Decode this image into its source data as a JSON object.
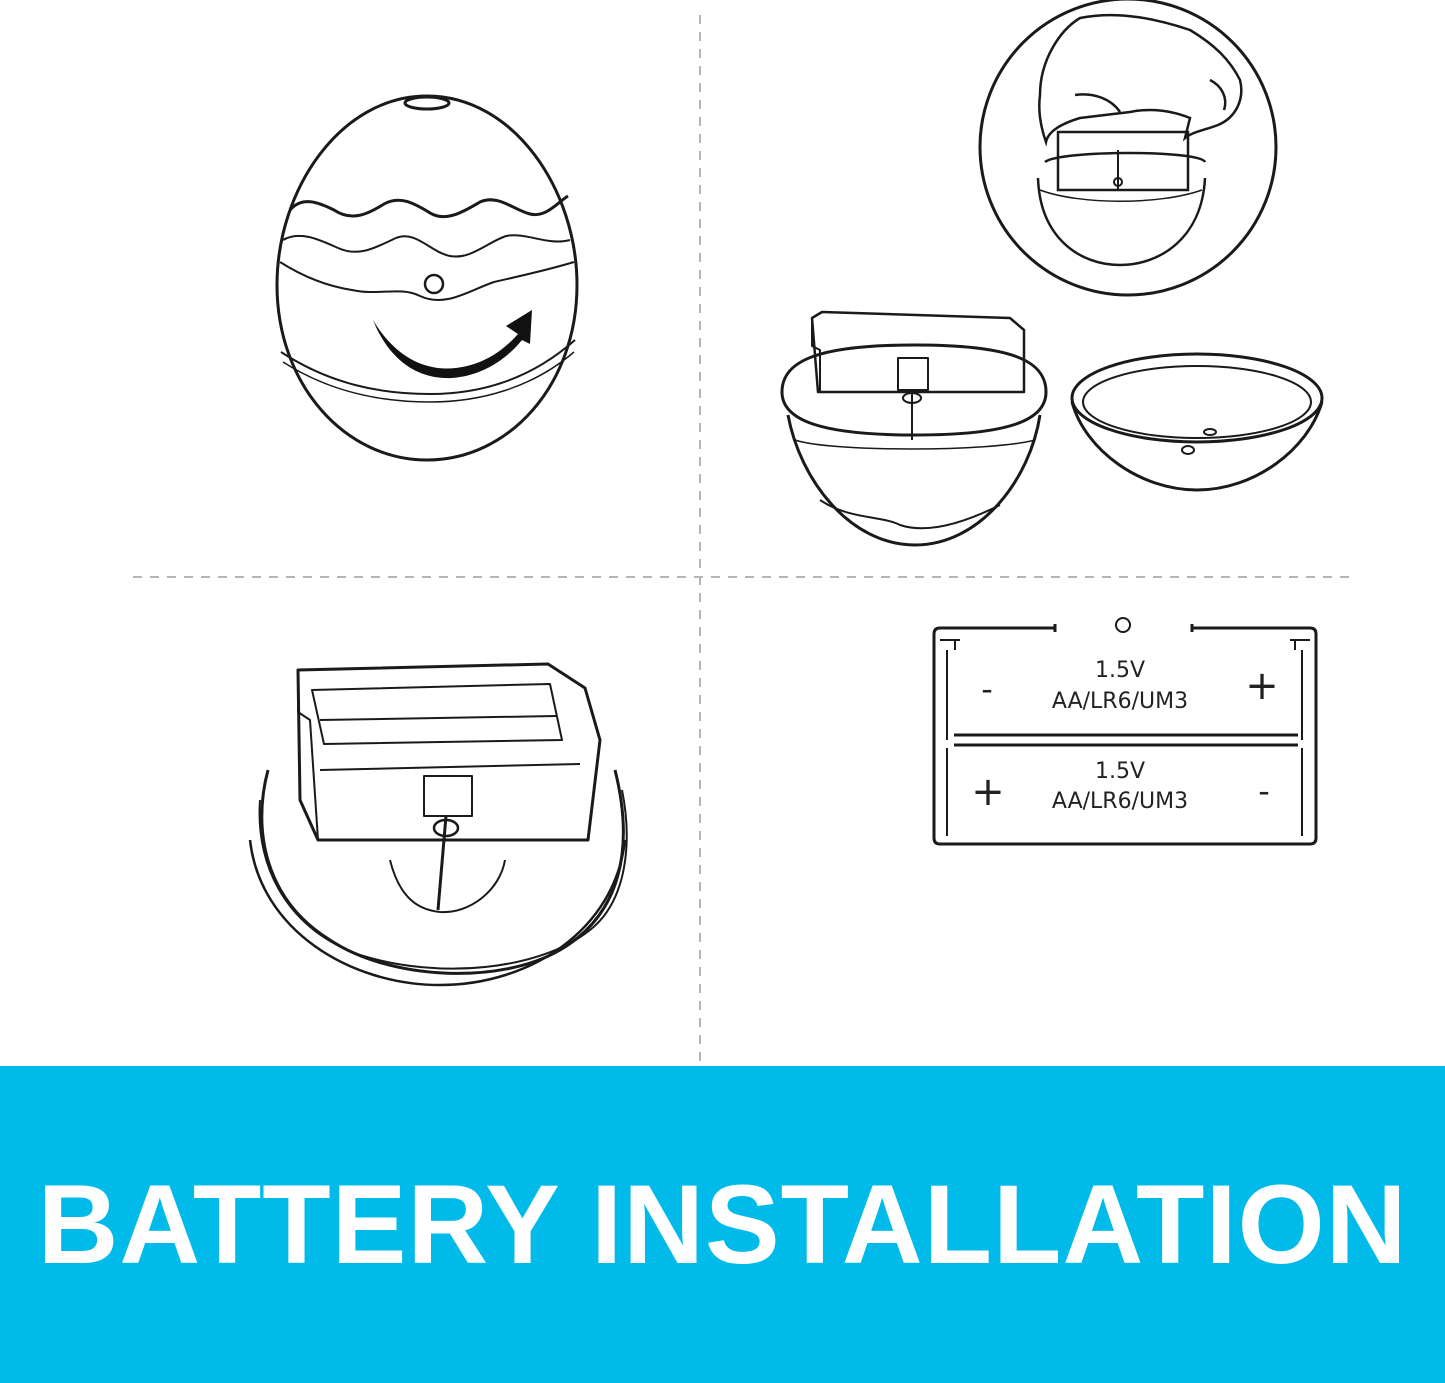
{
  "banner": {
    "title": "BATTERY INSTALLATION",
    "background_color": "#00bbe9",
    "text_color": "#ffffff"
  },
  "battery_diagram": {
    "top_slot": {
      "voltage": "1.5V",
      "type": "AA/LR6/UM3",
      "left_terminal": "-",
      "right_terminal": "+"
    },
    "bottom_slot": {
      "voltage": "1.5V",
      "type": "AA/LR6/UM3",
      "left_terminal": "+",
      "right_terminal": "-"
    }
  },
  "colors": {
    "line": "#1a1a1a",
    "divider": "#b5b5b5",
    "arrow": "#111111"
  },
  "icons": [
    "rotate-arrow-icon",
    "hand-icon"
  ]
}
